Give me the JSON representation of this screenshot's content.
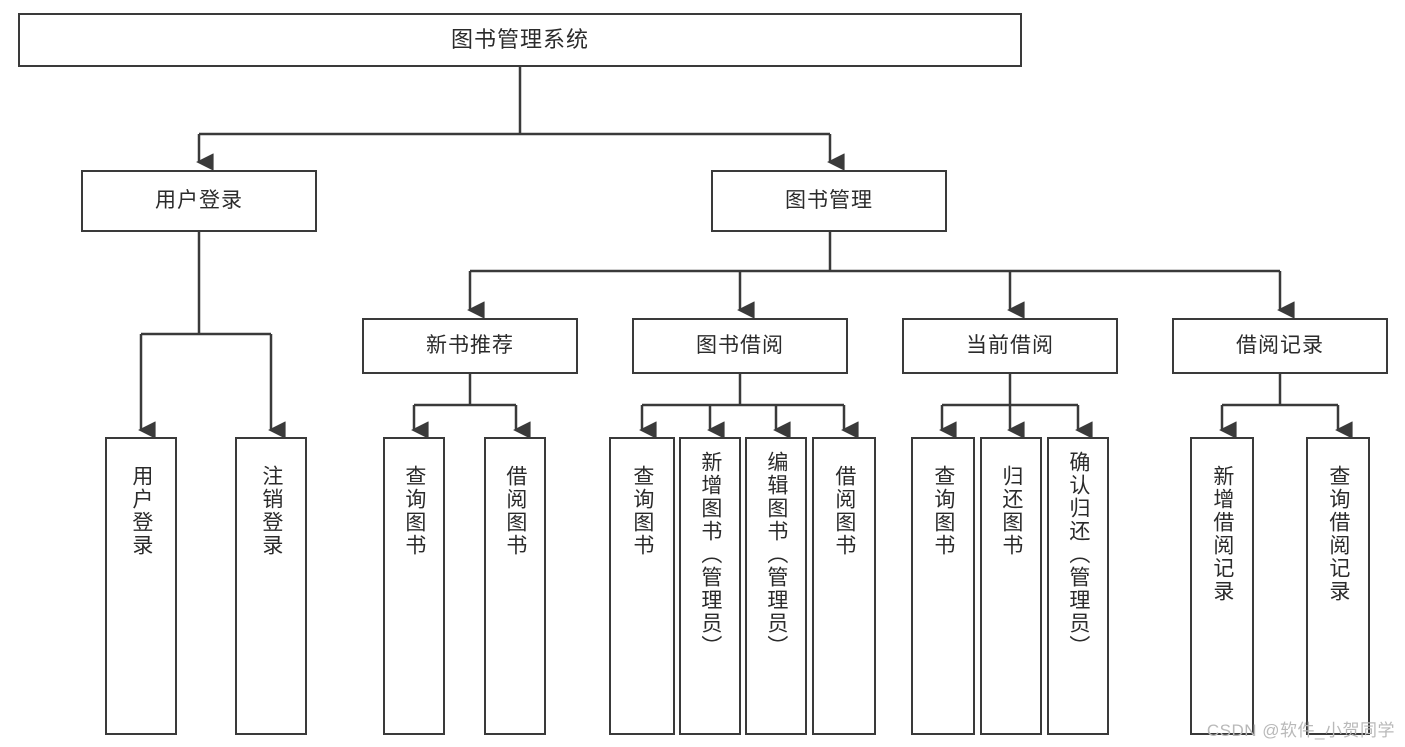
{
  "diagram": {
    "title": "图书管理系统",
    "type": "tree-hierarchy-diagram",
    "watermark": "CSDN @软件_小贺同学",
    "colors": {
      "box_border": "#3a3a3a",
      "box_fill": "#ffffff",
      "connector": "#3a3a3a",
      "text": "#2b2b2b",
      "background": "#ffffff",
      "watermark": "#b9b9b9"
    },
    "root": {
      "label": "图书管理系统"
    },
    "level2": [
      {
        "id": "user-login",
        "label": "用户登录"
      },
      {
        "id": "book-management",
        "label": "图书管理"
      }
    ],
    "level3": [
      {
        "id": "new-book-recommend",
        "label": "新书推荐",
        "parent": "book-management"
      },
      {
        "id": "book-borrow",
        "label": "图书借阅",
        "parent": "book-management"
      },
      {
        "id": "current-borrow",
        "label": "当前借阅",
        "parent": "book-management"
      },
      {
        "id": "borrow-record",
        "label": "借阅记录",
        "parent": "book-management"
      }
    ],
    "leaves": {
      "user_login": [
        {
          "id": "leaf-user-login",
          "label": "用户登录"
        },
        {
          "id": "leaf-logout-login",
          "label": "注销登录"
        }
      ],
      "new_book_recommend": [
        {
          "id": "leaf-query-book-1",
          "label": "查询图书"
        },
        {
          "id": "leaf-borrow-book-1",
          "label": "借阅图书"
        }
      ],
      "book_borrow": [
        {
          "id": "leaf-query-book-2",
          "label": "查询图书"
        },
        {
          "id": "leaf-add-book",
          "label": "新增图书（管理员）"
        },
        {
          "id": "leaf-edit-book",
          "label": "编辑图书（管理员）"
        },
        {
          "id": "leaf-borrow-book-2",
          "label": "借阅图书"
        }
      ],
      "current_borrow": [
        {
          "id": "leaf-query-book-3",
          "label": "查询图书"
        },
        {
          "id": "leaf-return-book",
          "label": "归还图书"
        },
        {
          "id": "leaf-confirm-return",
          "label": "确认归还（管理员）"
        }
      ],
      "borrow_record": [
        {
          "id": "leaf-add-borrow-record",
          "label": "新增借阅记录"
        },
        {
          "id": "leaf-query-borrow-record",
          "label": "查询借阅记录"
        }
      ]
    }
  }
}
